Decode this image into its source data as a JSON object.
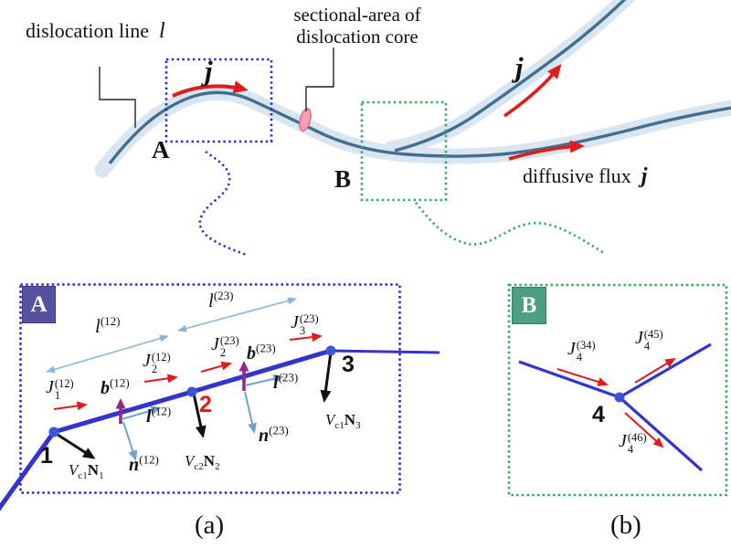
{
  "colors": {
    "dislocation_curve": "#416f8e",
    "core_ribbon": "#d9e5f1",
    "flux_arrow_red": "#e01b1b",
    "panel_line_blue": "#3333cf",
    "box_a_dotted_blue": "#2727cf",
    "box_b_dotted_green": "#2fa95c",
    "burgers_magenta": "#92278f",
    "tangent_normal_steelblue": "#6fa3c8",
    "measure_lightblue": "#8ab6d6",
    "badge_a_purple": "#57529f",
    "badge_b_green": "#4c9f82",
    "core_section_pink": "#f2a0b4",
    "node2_label_red": "#e01b1b"
  },
  "top": {
    "dislocation_line": {
      "text": "dislocation line",
      "symbol": "l"
    },
    "sectional_area": {
      "line1": "sectional-area of",
      "line2": "dislocation core"
    },
    "flux_a": "j",
    "flux_branch": "j",
    "diffusive_flux": {
      "text": "diffusive flux",
      "symbol": "j"
    },
    "region_a": "A",
    "region_b": "B"
  },
  "panel_a": {
    "badge": "A",
    "caption": "(a)",
    "node_labels": {
      "n1": "1",
      "n2": "2",
      "n3": "3"
    },
    "seg_lengths": {
      "l12": {
        "base": "l",
        "sup": "(12)"
      },
      "l23": {
        "base": "l",
        "sup": "(23)"
      }
    },
    "fluxes": {
      "J1_12": {
        "base": "J",
        "sub": "1",
        "sup": "(12)"
      },
      "J2_12": {
        "base": "J",
        "sub": "2",
        "sup": "(12)"
      },
      "J2_23": {
        "base": "J",
        "sub": "2",
        "sup": "(23)"
      },
      "J3_23": {
        "base": "J",
        "sub": "3",
        "sup": "(23)"
      }
    },
    "burgers": {
      "b12": {
        "base": "b",
        "sup": "(12)"
      },
      "b23": {
        "base": "b",
        "sup": "(23)"
      }
    },
    "tangents": {
      "l12": {
        "base": "l",
        "sup": "(12)"
      },
      "l23": {
        "base": "l",
        "sup": "(23)"
      }
    },
    "normals": {
      "n12": {
        "base": "n",
        "sup": "(12)"
      },
      "n23": {
        "base": "n",
        "sup": "(23)"
      }
    },
    "velocities": {
      "v1": {
        "v": "V",
        "vsub": "c1",
        "n": "N",
        "nsub": "1"
      },
      "v2": {
        "v": "V",
        "vsub": "c2",
        "n": "N",
        "nsub": "2"
      },
      "v3": {
        "v": "V",
        "vsub": "c1",
        "n": "N",
        "nsub": "3"
      }
    }
  },
  "panel_b": {
    "badge": "B",
    "caption": "(b)",
    "node_label": "4",
    "fluxes": {
      "J4_34": {
        "base": "J",
        "sub": "4",
        "sup": "(34)"
      },
      "J4_45": {
        "base": "J",
        "sub": "4",
        "sup": "(45)"
      },
      "J4_46": {
        "base": "J",
        "sub": "4",
        "sup": "(46)"
      }
    }
  }
}
